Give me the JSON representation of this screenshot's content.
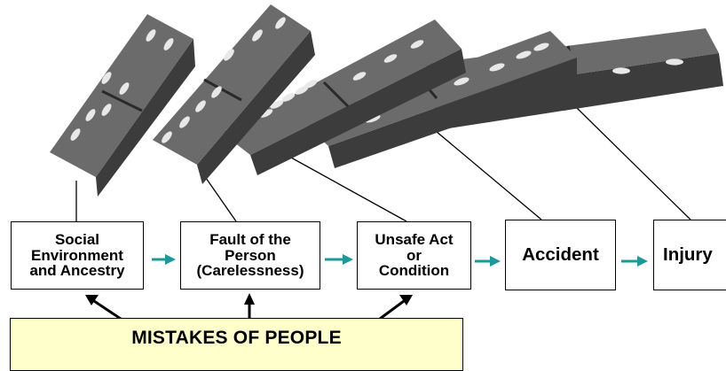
{
  "diagram": {
    "boxes": [
      {
        "label": "Social\nEnvironment\nand Ancestry"
      },
      {
        "label": "Fault of the\nPerson\n(Carelessness)"
      },
      {
        "label": "Unsafe Act\nor\nCondition"
      },
      {
        "label": "Accident"
      },
      {
        "label": "Injury"
      }
    ],
    "banner": "MISTAKES OF PEOPLE",
    "colors": {
      "domino_top": "#6b6b6b",
      "domino_side": "#3c3c3c",
      "domino_dark": "#2a2a2a",
      "pip": "#e8e8e8",
      "flow_arrow": "#1a9a9a",
      "banner_fill": "#ffffcc"
    }
  }
}
